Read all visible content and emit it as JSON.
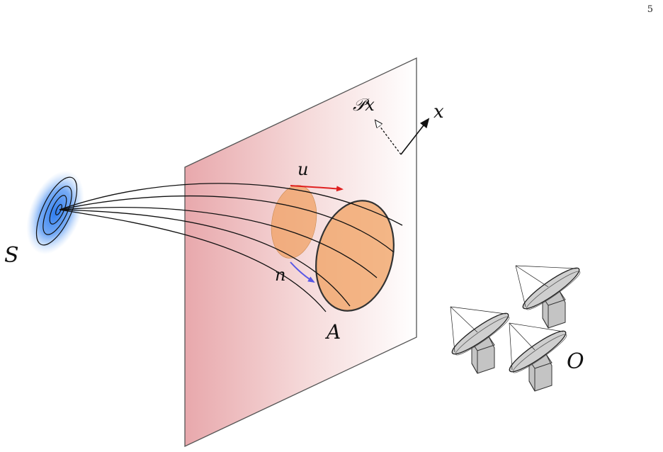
{
  "page_number": "5",
  "labels": {
    "source": "S",
    "parity_x": "𝒫x",
    "x": "x",
    "u": "u",
    "n": "n",
    "area": "A",
    "observer": "O"
  },
  "colors": {
    "plane_left": "#e8a8ac",
    "plane_right": "#ffffff",
    "ellipse_fill": "#f0a060",
    "source_glow": "#2d7cf0",
    "u_arrow": "#e02020",
    "n_arrow": "#5858e6",
    "dish_fill": "#cccccc",
    "box_fill": "#c4c4c4"
  }
}
